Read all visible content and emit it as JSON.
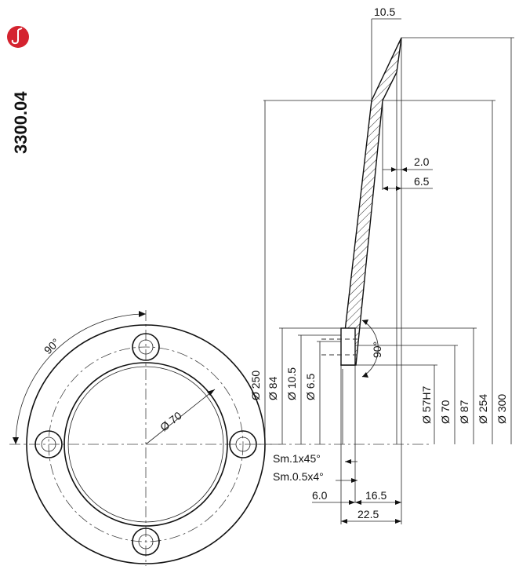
{
  "header": {
    "product_code": "3300.04",
    "brand_logo_icon": "saxophone-icon",
    "logo_color": "#d4232f"
  },
  "front_view": {
    "angle_label": "90°",
    "diameter_label": "Ø 70"
  },
  "section_view": {
    "top_dims": [
      "10.5",
      "2.0",
      "6.5"
    ],
    "left_diameters": [
      "Ø 250",
      "Ø 84",
      "Ø 10.5",
      "Ø 6.5"
    ],
    "right_diameters": [
      "Ø 57H7",
      "Ø 70",
      "Ø 87",
      "Ø 254",
      "Ø 300"
    ],
    "angle_label": "90°",
    "chamfers": [
      "Sm.1x45°",
      "Sm.0.5x4°"
    ],
    "bottom_dims": [
      "6.0",
      "16.5",
      "22.5"
    ]
  }
}
